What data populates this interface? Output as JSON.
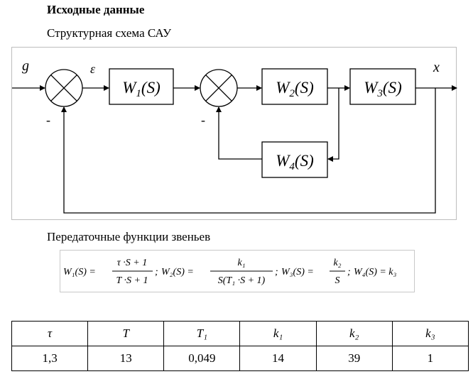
{
  "heading": "Исходные данные",
  "subheading": "Структурная схема САУ",
  "diagram": {
    "input_label": "g",
    "error_label": "ε",
    "output_label": "x",
    "minus_1": "-",
    "minus_2": "-",
    "blocks": {
      "w1": {
        "name": "W",
        "sub": "1",
        "arg": "(S)"
      },
      "w2": {
        "name": "W",
        "sub": "2",
        "arg": "(S)"
      },
      "w3": {
        "name": "W",
        "sub": "3",
        "arg": "(S)"
      },
      "w4": {
        "name": "W",
        "sub": "4",
        "arg": "(S)"
      }
    }
  },
  "transfer_title": "Передаточные функции звеньев",
  "formula": {
    "f1_lhs": "W₁(S) =",
    "f1_num": "τ ·S + 1",
    "f1_den": "T ·S + 1",
    "sep1": ";",
    "f2_lhs": "W₂(S) =",
    "f2_num": "k₁",
    "f2_den": "S(T₁ ·S + 1)",
    "sep2": ";",
    "f3_lhs": "W₃(S) =",
    "f3_num": "k₂",
    "f3_den": "S",
    "sep3": ";",
    "f4": "W₄(S) = k₃"
  },
  "table": {
    "headers": [
      "τ",
      "T",
      "T₁",
      "k₁",
      "k₂",
      "k₃"
    ],
    "values": [
      "1,3",
      "13",
      "0,049",
      "14",
      "39",
      "1"
    ]
  }
}
